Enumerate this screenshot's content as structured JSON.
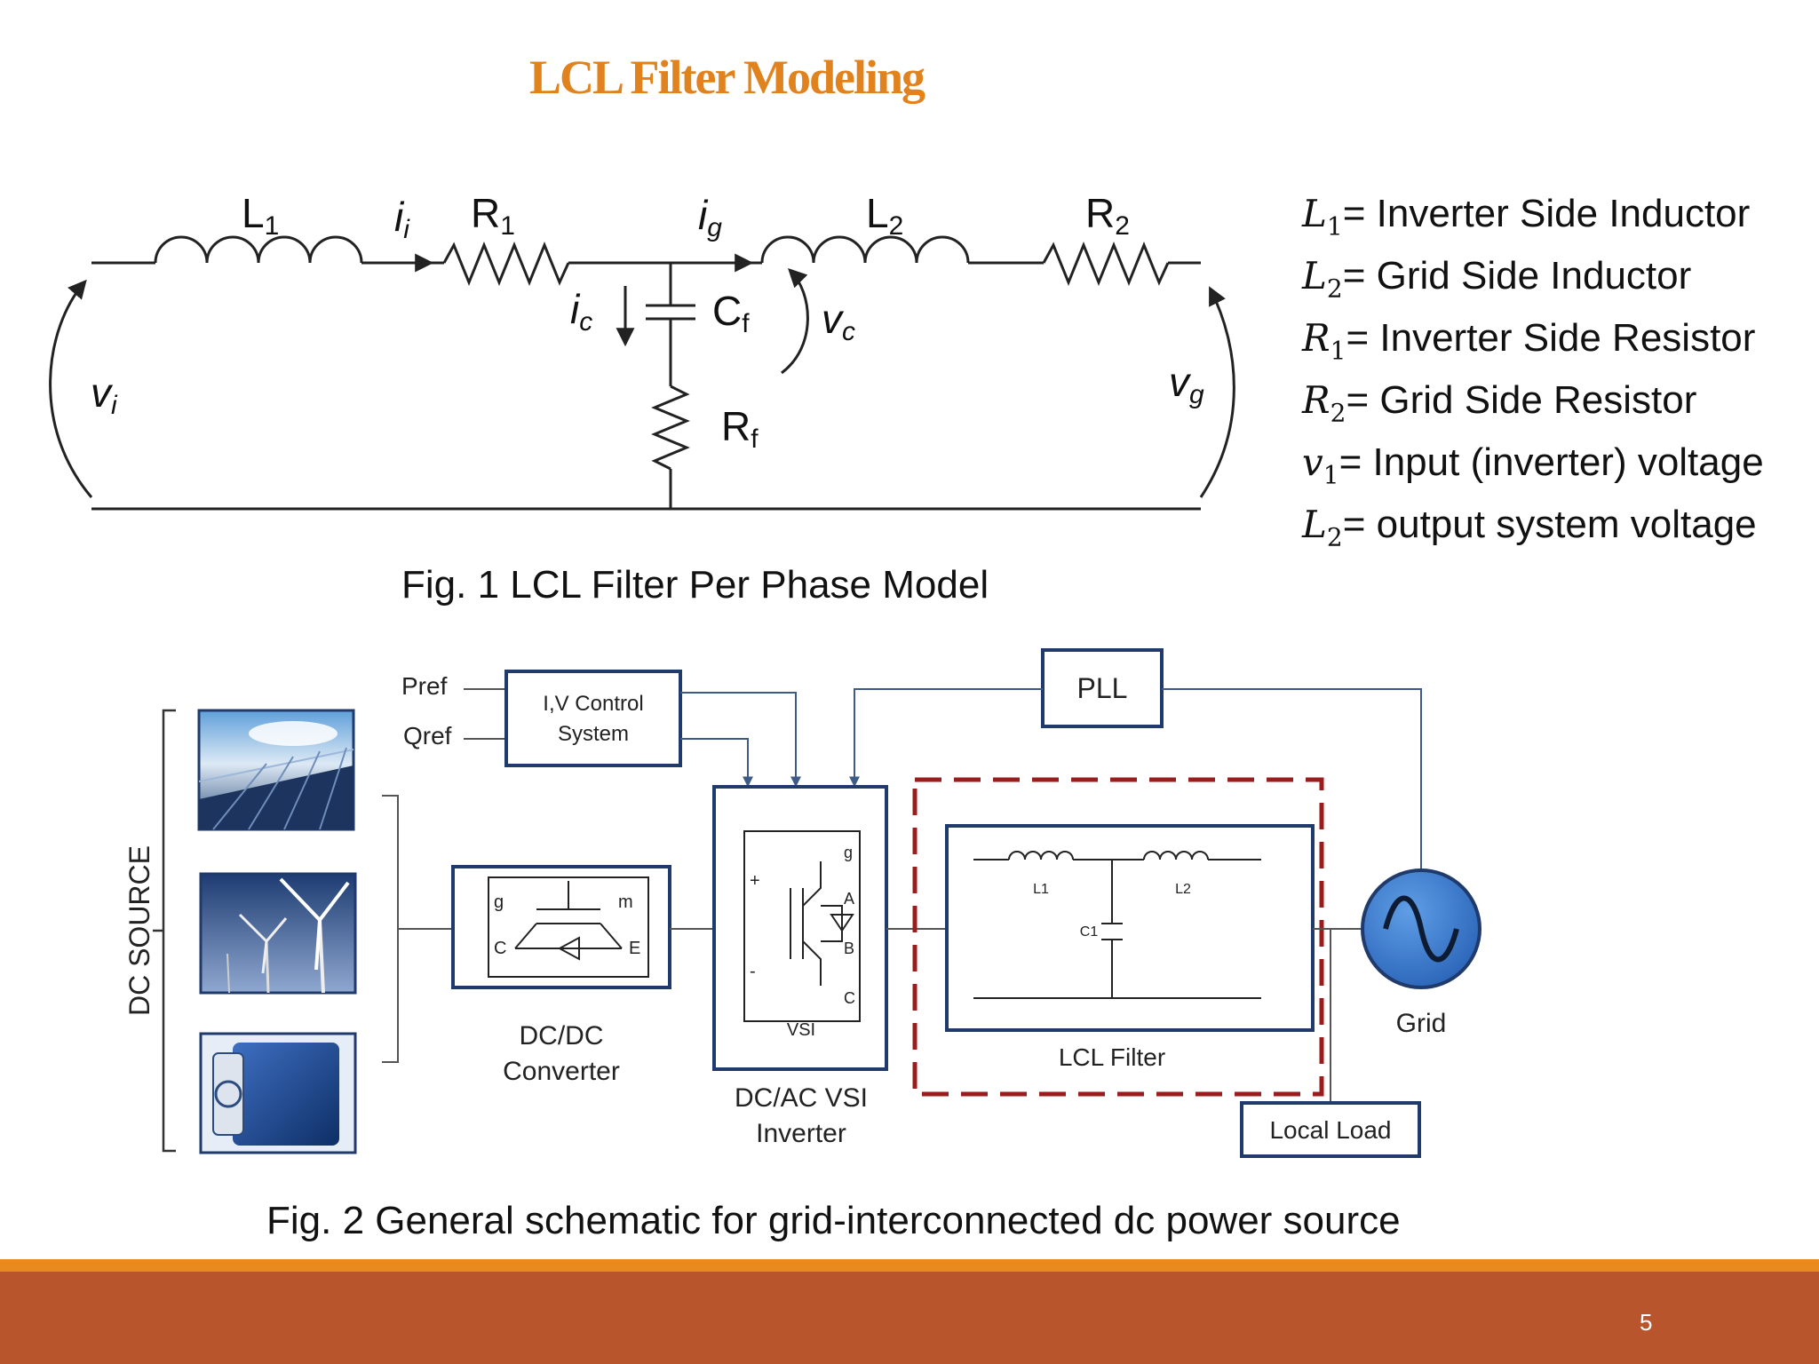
{
  "slide": {
    "title": "LCL Filter Modeling",
    "page_number": "5",
    "colors": {
      "title": "#E0821E",
      "footer": "#B9552C",
      "footer_stripe": "#E98A1E",
      "diagram_lines": "#1F3A6B",
      "lcl_dash": "#9B1C1C"
    }
  },
  "fig1": {
    "caption": "Fig. 1 LCL Filter Per Phase Model",
    "labels": {
      "L1": "L",
      "L1_sub": "1",
      "R1": "R",
      "R1_sub": "1",
      "L2": "L",
      "L2_sub": "2",
      "R2": "R",
      "R2_sub": "2",
      "Cf": "C",
      "Cf_sub": "f",
      "Rf": "R",
      "Rf_sub": "f",
      "ii": "i",
      "ii_sub": "i",
      "ig": "i",
      "ig_sub": "g",
      "ic": "i",
      "ic_sub": "c",
      "vc": "v",
      "vc_sub": "c",
      "vi": "v",
      "vi_sub": "i",
      "vg": "v",
      "vg_sub": "g"
    }
  },
  "legend": [
    {
      "sym": "L",
      "sub": "1",
      "text": "= Inverter Side Inductor"
    },
    {
      "sym": "L",
      "sub": "2",
      "text": "= Grid Side Inductor"
    },
    {
      "sym": "R",
      "sub": "1",
      "text": "= Inverter Side Resistor"
    },
    {
      "sym": "R",
      "sub": "2",
      "text": "= Grid Side Resistor"
    },
    {
      "sym": "v",
      "sub": "1",
      "text": "= Input (inverter) voltage"
    },
    {
      "sym": "L",
      "sub": "2",
      "text": "= output system voltage"
    }
  ],
  "fig2": {
    "caption": "Fig. 2 General schematic for grid-interconnected dc power source",
    "dc_source_label": "DC SOURCE",
    "pref": "Pref",
    "qref": "Qref",
    "control_line1": "I,V Control",
    "control_line2": "System",
    "pll": "PLL",
    "dcdc_line1": "DC/DC",
    "dcdc_line2": "Converter",
    "dcdc_pins": {
      "g": "g",
      "m": "m",
      "C": "C",
      "E": "E"
    },
    "vsi_pins": {
      "g": "g",
      "A": "A",
      "B": "B",
      "C": "C",
      "plus": "+",
      "minus": "-"
    },
    "vsi_label": "VSI",
    "inverter_line1": "DC/AC VSI",
    "inverter_line2": "Inverter",
    "lcl_label": "LCL Filter",
    "lcl_L1": "L1",
    "lcl_L2": "L2",
    "lcl_C1": "C1",
    "grid": "Grid",
    "local_load": "Local Load",
    "source_images": [
      "solar-panels",
      "wind-turbines",
      "battery"
    ]
  }
}
